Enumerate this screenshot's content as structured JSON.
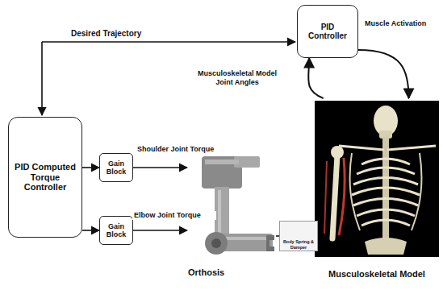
{
  "diagram": {
    "nodes": [
      {
        "text": [
          "PID Controller"
        ]
      },
      {
        "text": [
          "PID Computed Torque Controller"
        ]
      },
      {
        "text": [
          "Gain Block"
        ]
      },
      {
        "text": [
          "Gain Block"
        ]
      },
      {
        "text": [
          "Orthosis"
        ]
      },
      {
        "text": [
          "Body Spring & Damper"
        ]
      },
      {
        "text": [
          "Musculoskeletal Model"
        ]
      }
    ],
    "edges": [
      {
        "from": 1,
        "to": 2,
        "arrow": "to"
      },
      {
        "from": 1,
        "to": 3,
        "arrow": "to"
      },
      {
        "from": 2,
        "to": 4,
        "label": "Shoulder Joint Torque",
        "arrow": "to"
      },
      {
        "from": 3,
        "to": 4,
        "label": "Elbow Joint Torque",
        "arrow": "to"
      },
      {
        "from": 4,
        "to": 5,
        "arrow": "none"
      },
      {
        "from": 0,
        "to": 6,
        "label": "Muscle Activation",
        "arrow": "to"
      },
      {
        "from": 6,
        "to": 0,
        "label": "Musculoskeletal Model Joint Angles",
        "arrow": "to"
      }
    ],
    "labels": [
      "Desired Trajectory"
    ]
  }
}
